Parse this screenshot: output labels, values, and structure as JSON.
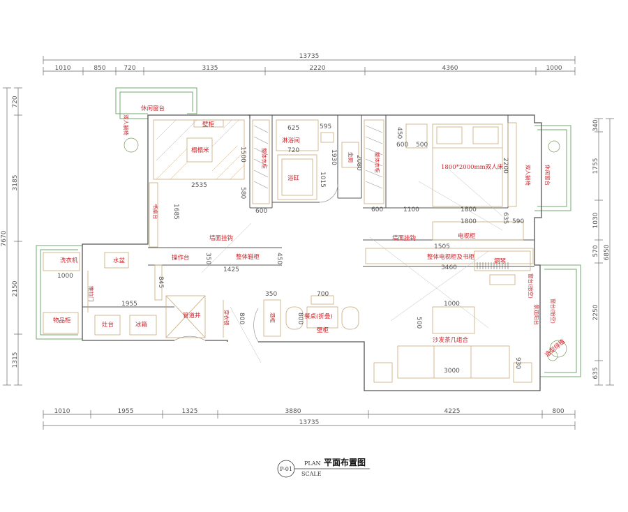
{
  "dimensions": {
    "top_total": "13735",
    "top_segments": [
      "1010",
      "850",
      "720",
      "3135",
      "2220",
      "4360",
      "1000"
    ],
    "bottom_segments": [
      "1010",
      "1955",
      "1325",
      "3880",
      "4225",
      "800"
    ],
    "bottom_total": "13735",
    "left_total": "7670",
    "left_segments": [
      "720",
      "3185",
      "2150",
      "1315"
    ],
    "right_total": "6850",
    "right_segments": [
      "340",
      "1755",
      "1030",
      "570",
      "2250",
      "635"
    ]
  },
  "inner_dims": {
    "d2535": "2535",
    "d1500": "1500",
    "d580": "580",
    "d600a": "600",
    "d625": "625",
    "d720": "720",
    "d1015": "1015",
    "d595": "595",
    "d1930": "1930",
    "d2080": "2080",
    "d450": "450",
    "d600b": "600",
    "d500": "500",
    "d2200": "2200",
    "d600c": "600",
    "d1100": "1100",
    "d1800a": "1800",
    "d1800b": "1800",
    "d635": "635",
    "d590": "590",
    "d1685": "1685",
    "d1505": "1505",
    "d3460": "3460",
    "d1425": "1425",
    "d350a": "350",
    "d450b": "450",
    "d1955": "1955",
    "d845": "845",
    "d700": "700",
    "d350b": "350",
    "d1000": "1000",
    "d500b": "500",
    "d3000": "3000",
    "d800a": "800",
    "d800b": "800",
    "d1000b": "1000",
    "d930": "930"
  },
  "labels": {
    "leisure_bay": "休闲窗台",
    "wardrobe_top": "壁柜",
    "tatami": "榻榻米",
    "shower": "淋浴间",
    "bathtub": "浴缸",
    "toilet_tag": "坐厕",
    "wardrobe_left": "整体衣柜",
    "wardrobe_right": "整体衣柜",
    "bed": "1800*2000mm双人床",
    "bay_right": "休闲窗台",
    "bay_left_tag": "双人躺椅",
    "bay_right_tag": "双人躺椅",
    "desk": "书桌台",
    "wall_hook_left": "墙面挂钩",
    "wall_hook_right": "墙面挂钩",
    "tv_cabinet": "电视柜",
    "washer": "洗衣机",
    "sink": "水盆",
    "counter": "操作台",
    "shoe_cabinet": "整体鞋柜",
    "pantry": "物品柜",
    "stove": "灶台",
    "fridge": "冰箱",
    "sliding_door": "推拉门",
    "pipe_well": "管道井",
    "coat_mirror": "穿衣镜",
    "wine_cabinet": "酒柜",
    "dining_table": "餐桌(折叠)",
    "wall_cabinet": "壁柜",
    "tv_bookcase": "整体电视柜及书柜",
    "piano": "钢琴",
    "sofa_set": "沙发茶几组合",
    "planter_a": "窗台(抬空)",
    "planter_b": "窗台(抬空)",
    "plant_corner": "造型绿植",
    "balcony": "景观阳台"
  },
  "title_block": {
    "sheet": "P-01",
    "plan_en": "PLAN",
    "scale_en": "SCALE",
    "title_cn": "平面布置图"
  },
  "colors": {
    "wall": "#555555",
    "furniture": "#c8a878",
    "balcony": "#6fa86f",
    "label": "#d2232a",
    "dim": "#666666"
  }
}
